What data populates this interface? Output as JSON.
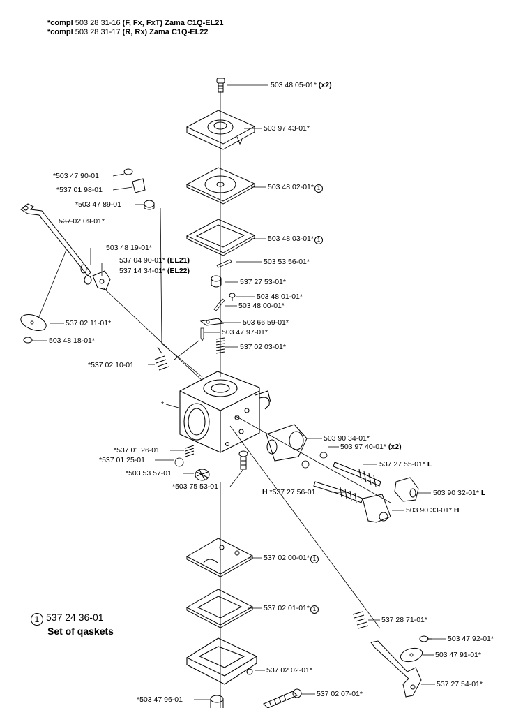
{
  "header": {
    "line1": {
      "prefix": "*compl",
      "number": "503 28 31-16",
      "suffix": "(F, Fx, FxT) Zama C1Q-EL21"
    },
    "line2": {
      "prefix": "*compl",
      "number": "503 28 31-17",
      "suffix": "(R, Rx) Zama C1Q-EL22"
    }
  },
  "legend": {
    "symbol": "1",
    "number": "537 24 36-01",
    "description": "Set of qaskets"
  },
  "gasket_symbol": "1",
  "labels": [
    {
      "id": "p01",
      "text": "503 48 05-01*",
      "bold": "(x2)"
    },
    {
      "id": "p02",
      "text": "503 97 43-01*"
    },
    {
      "id": "p03",
      "text": "503 48 02-01*",
      "circle": true
    },
    {
      "id": "p04",
      "text": "503 48 03-01*",
      "circle": true
    },
    {
      "id": "p05",
      "text": "503 53 56-01*"
    },
    {
      "id": "p06",
      "text": "537 27 53-01*"
    },
    {
      "id": "p07",
      "text": "503 48 01-01*"
    },
    {
      "id": "p08",
      "text": "503 48 00-01*"
    },
    {
      "id": "p09",
      "text": "503 66 59-01*"
    },
    {
      "id": "p10",
      "text": "503 47 97-01*"
    },
    {
      "id": "p11",
      "text": "537 02 03-01*"
    },
    {
      "id": "p12",
      "text": "*503 47 90-01"
    },
    {
      "id": "p13",
      "text": "*537 01 98-01"
    },
    {
      "id": "p14",
      "text": "*503 47 89-01"
    },
    {
      "id": "p15",
      "text": "537 02 09-01*"
    },
    {
      "id": "p16",
      "text": "503 48 19-01*"
    },
    {
      "id": "p17",
      "text": "537 04 90-01*",
      "bold": "(EL21)"
    },
    {
      "id": "p18",
      "text": "537 14 34-01*",
      "bold": "(EL22)"
    },
    {
      "id": "p19",
      "text": "537 02 11-01*"
    },
    {
      "id": "p20",
      "text": "503 48 18-01*"
    },
    {
      "id": "p21",
      "text": "*537 02 10-01"
    },
    {
      "id": "p22",
      "text": "*"
    },
    {
      "id": "p23",
      "text": "503 90 34-01*"
    },
    {
      "id": "p24",
      "text": "503 97 40-01*",
      "bold": "(x2)"
    },
    {
      "id": "p25",
      "text": "537 27 55-01*",
      "bold": "L"
    },
    {
      "id": "p26",
      "text": "503 90 32-01*",
      "bold": "L"
    },
    {
      "id": "p27",
      "text": "*537 27 56-01",
      "bold_prefix": "H"
    },
    {
      "id": "p28",
      "text": "503 90 33-01*",
      "bold": "H"
    },
    {
      "id": "p29",
      "text": "*537 01 26-01"
    },
    {
      "id": "p30",
      "text": "*537 01 25-01"
    },
    {
      "id": "p31",
      "text": "*503 53 57-01"
    },
    {
      "id": "p32",
      "text": "*503 75 53-01"
    },
    {
      "id": "p33",
      "text": "537 02 00-01*",
      "circle": true
    },
    {
      "id": "p34",
      "text": "537 02 01-01*",
      "circle": true
    },
    {
      "id": "p35",
      "text": "537 28 71-01*"
    },
    {
      "id": "p36",
      "text": "503 47 92-01*"
    },
    {
      "id": "p37",
      "text": "503 47 91-01*"
    },
    {
      "id": "p38",
      "text": "537 02 02-01*"
    },
    {
      "id": "p39",
      "text": "537 27 54-01*"
    },
    {
      "id": "p40",
      "text": "*503 47 96-01"
    },
    {
      "id": "p41",
      "text": "537 02 07-01*"
    }
  ]
}
